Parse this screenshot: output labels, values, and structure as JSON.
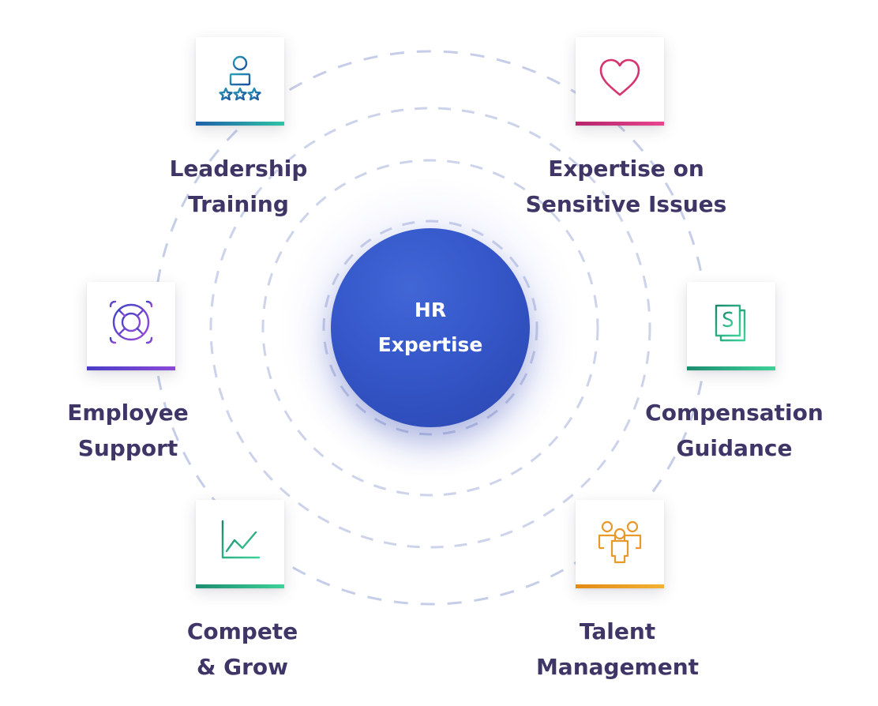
{
  "hub": {
    "label": "HR\nExpertise",
    "color": "#3557c9"
  },
  "services": [
    {
      "id": "leadership",
      "icon": "person-rating-icon",
      "label": "Leadership\nTraining",
      "accent": [
        "#1e5fa8",
        "#2ec4a6"
      ]
    },
    {
      "id": "sensitive",
      "icon": "heart-icon",
      "label": "Expertise on\nSensitive Issues",
      "accent": [
        "#b5246b",
        "#e8458f"
      ]
    },
    {
      "id": "support",
      "icon": "lifebuoy-icon",
      "label": "Employee\nSupport",
      "accent": [
        "#4a3cc8",
        "#8a4ad6"
      ]
    },
    {
      "id": "compensation",
      "icon": "dollar-documents-icon",
      "label": "Compensation\nGuidance",
      "accent": [
        "#1c8c6f",
        "#3ed29a"
      ]
    },
    {
      "id": "compete",
      "icon": "growth-chart-icon",
      "label": "Compete\n& Grow",
      "accent": [
        "#1c8c6f",
        "#3ed29a"
      ]
    },
    {
      "id": "talent",
      "icon": "team-icon",
      "label": "Talent\nManagement",
      "accent": [
        "#e38a16",
        "#f2b233"
      ]
    }
  ],
  "colors": {
    "label_text": "#3f3566",
    "ring": "#c9cfe8"
  }
}
